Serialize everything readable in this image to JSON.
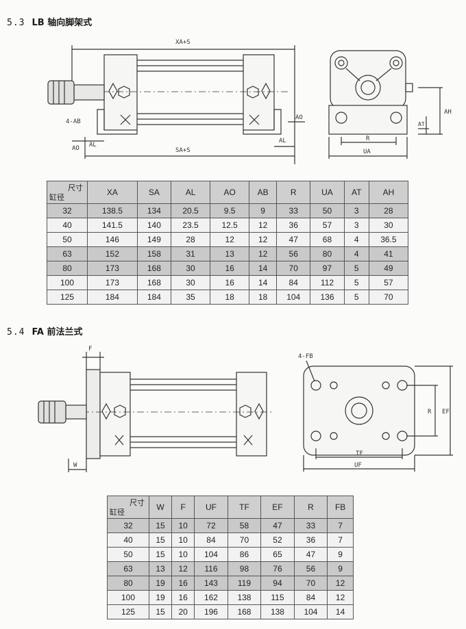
{
  "section53": {
    "number": "5.3",
    "title": "LB 轴向脚架式",
    "dims": {
      "xa": "XA+S",
      "sa": "SA+S",
      "ab": "4-AB",
      "ao_left": "AO",
      "al_left": "AL",
      "al_right": "AL",
      "ao_right": "AO",
      "r": "R",
      "ua": "UA",
      "at": "AT",
      "ah": "AH"
    },
    "table": {
      "corner_top": "尺寸",
      "corner_bottom": "缸径",
      "headers": [
        "XA",
        "SA",
        "AL",
        "AO",
        "AB",
        "R",
        "UA",
        "AT",
        "AH"
      ],
      "rows": [
        [
          "32",
          "138.5",
          "134",
          "20.5",
          "9.5",
          "9",
          "33",
          "50",
          "3",
          "28"
        ],
        [
          "40",
          "141.5",
          "140",
          "23.5",
          "12.5",
          "12",
          "36",
          "57",
          "3",
          "30"
        ],
        [
          "50",
          "146",
          "149",
          "28",
          "12",
          "12",
          "47",
          "68",
          "4",
          "36.5"
        ],
        [
          "63",
          "152",
          "158",
          "31",
          "13",
          "12",
          "56",
          "80",
          "4",
          "41"
        ],
        [
          "80",
          "173",
          "168",
          "30",
          "16",
          "14",
          "70",
          "97",
          "5",
          "49"
        ],
        [
          "100",
          "173",
          "168",
          "30",
          "16",
          "14",
          "84",
          "112",
          "5",
          "57"
        ],
        [
          "125",
          "184",
          "184",
          "35",
          "18",
          "18",
          "104",
          "136",
          "5",
          "70"
        ]
      ]
    }
  },
  "section54": {
    "number": "5.4",
    "title": "FA 前法兰式",
    "dims": {
      "f": "F",
      "w": "W",
      "fb": "4-FB",
      "r": "R",
      "ef": "EF",
      "tf": "TF",
      "uf": "UF"
    },
    "table": {
      "corner_top": "尺寸",
      "corner_bottom": "缸径",
      "headers": [
        "W",
        "F",
        "UF",
        "TF",
        "EF",
        "R",
        "FB"
      ],
      "rows": [
        [
          "32",
          "15",
          "10",
          "72",
          "58",
          "47",
          "33",
          "7"
        ],
        [
          "40",
          "15",
          "10",
          "84",
          "70",
          "52",
          "36",
          "7"
        ],
        [
          "50",
          "15",
          "10",
          "104",
          "86",
          "65",
          "47",
          "9"
        ],
        [
          "63",
          "13",
          "12",
          "116",
          "98",
          "76",
          "56",
          "9"
        ],
        [
          "80",
          "19",
          "16",
          "143",
          "119",
          "94",
          "70",
          "12"
        ],
        [
          "100",
          "19",
          "16",
          "162",
          "138",
          "115",
          "84",
          "12"
        ],
        [
          "125",
          "15",
          "20",
          "196",
          "168",
          "138",
          "104",
          "14"
        ]
      ]
    }
  }
}
